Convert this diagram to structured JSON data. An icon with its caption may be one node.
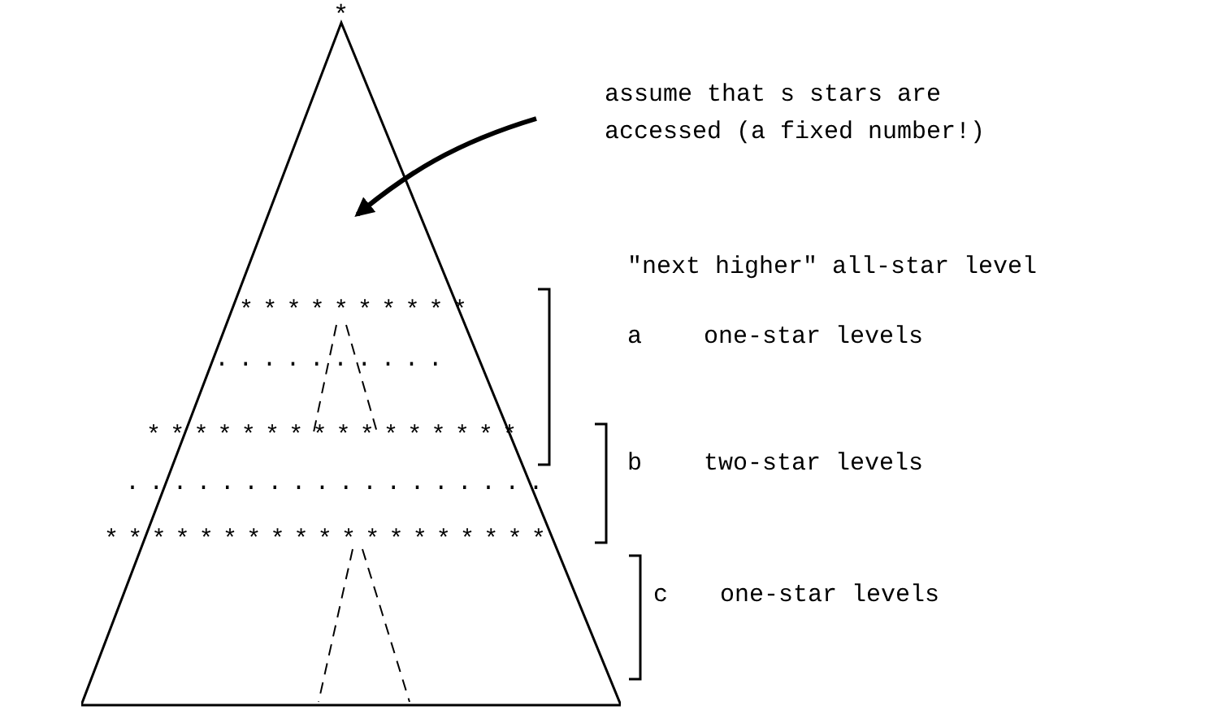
{
  "diagram": {
    "nodes": [
      {
        "text": [
          "*",
          "**********",
          "..........",
          "****************",
          "..................",
          "*******************"
        ]
      },
      {
        "text": [
          "assume that s stars are accessed (a fixed number!)"
        ]
      }
    ],
    "edges": [
      {
        "from": 1,
        "to": 0,
        "arrow": "to"
      }
    ],
    "labels": [
      "\"next higher\" all-star level",
      "a",
      "one-star levels",
      "b",
      "two-star levels",
      "c",
      "one-star levels"
    ]
  }
}
